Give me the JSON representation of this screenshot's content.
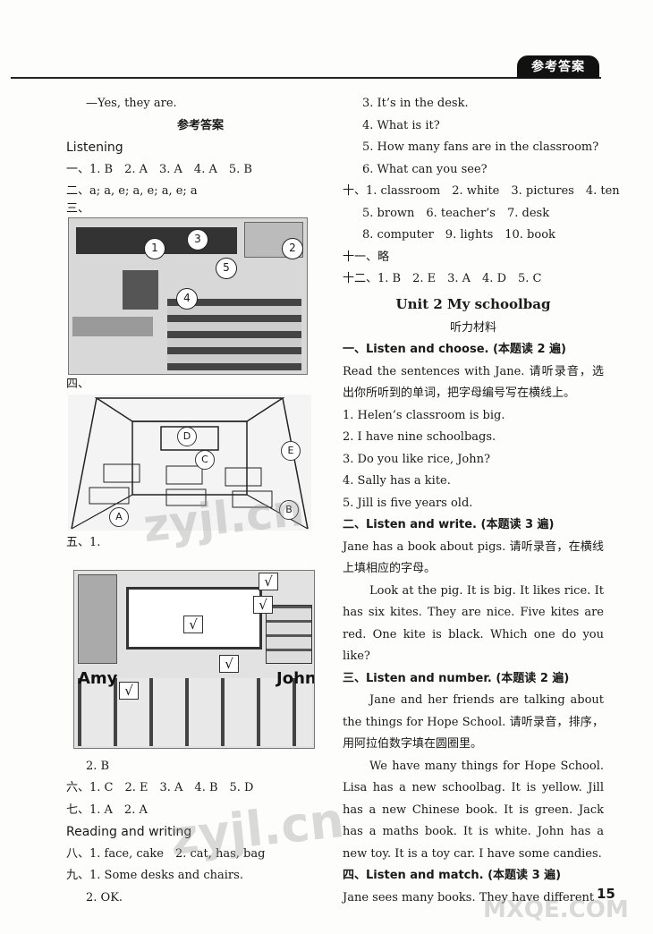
{
  "header": {
    "tag": "参考答案",
    "page_number": "15"
  },
  "left": {
    "l1": "—Yes, they are.",
    "title": "参考答案",
    "listening": "Listening",
    "q1": "一、1. B　2. A　3. A　4. A　5. B",
    "q2": "二、a; a, e; a, e; a, e; a",
    "q3": "三、",
    "fig1_labels": [
      "1",
      "2",
      "3",
      "4",
      "5"
    ],
    "q4": "四、",
    "fig2_labels": [
      "A",
      "B",
      "C",
      "D",
      "E"
    ],
    "q5": "五、1.",
    "fig3": {
      "amy": "Amy",
      "john": "John",
      "check": "√"
    },
    "q5b": "2. B",
    "q6": "六、1. C　2. E　3. A　4. B　5. D",
    "q7": "七、1. A　2. A",
    "reading": "Reading and writing",
    "q8": "八、1. face, cake　2. cat, has, bag",
    "q9": "九、1. Some desks and chairs.",
    "q9b": "2. OK."
  },
  "right": {
    "r1": "3. It’s in the desk.",
    "r2": "4. What is it?",
    "r3": "5. How many fans are in the classroom?",
    "r4": "6. What can you see?",
    "r5": "十、1. classroom　2. white　3. pictures　4. ten",
    "r6": "5. brown　6. teacher’s　7. desk",
    "r7": "8. computer　9. lights　10. book",
    "r8": "十一、略",
    "r9": "十二、1. B　2. E　3. A　4. D　5. C",
    "unit_title": "Unit 2 My schoolbag",
    "sub_title": "听力材料",
    "s1_head": "一、Listen and choose. (本题读 2 遍)",
    "s1_intro": "Read the sentences with Jane. 请听录音，选出你所听到的单词，把字母编号写在横线上。",
    "s1_items": [
      "1. Helen’s classroom is big.",
      "2. I have nine schoolbags.",
      "3. Do you like rice, John?",
      "4. Sally has a kite.",
      "5. Jill is five years old."
    ],
    "s2_head": "二、Listen and write. (本题读 3 遍)",
    "s2_intro": "Jane has a book about pigs. 请听录音，在横线上填相应的字母。",
    "s2_text": "Look at the pig. It is big. It likes rice. It has six kites. They are nice. Five kites are red. One kite is black. Which one do you like?",
    "s3_head": "三、Listen and number. (本题读 2 遍)",
    "s3_intro": "Jane and her friends are talking about the things for Hope School. 请听录音，排序，用阿拉伯数字填在圆圈里。",
    "s3_text": "We have many things for Hope School. Lisa has a new schoolbag. It is yellow. Jill has a new Chinese book. It is green. Jack has a maths book. It is white. John has a new toy. It is a toy car. I have some candies.",
    "s4_head": "四、Listen and match. (本题读 3 遍)",
    "s4_text": "Jane sees many books. They have different"
  },
  "watermarks": [
    "zyjl.cn",
    "zyjl.cn",
    "MXQE.COM"
  ]
}
